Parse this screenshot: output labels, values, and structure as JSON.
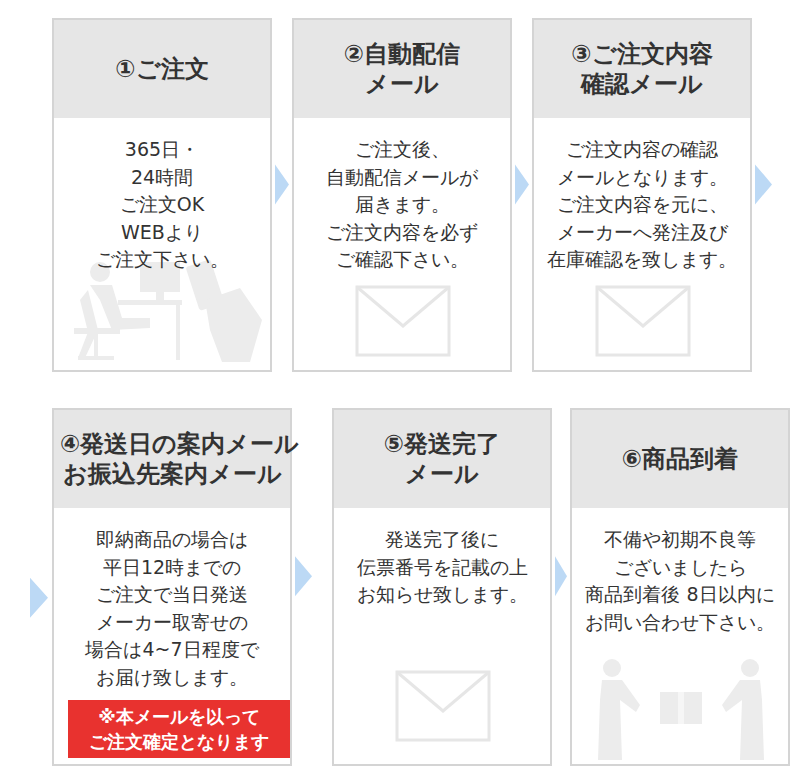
{
  "diagram": {
    "nodes": [
      {
        "text": [
          "①ご注文",
          "365日・24時間 ご注文OK WEBより ご注文下さい。"
        ]
      },
      {
        "text": [
          "②自動配信 メール",
          "ご注文後、 自動配信メールが 届きます。 ご注文内容を必ず ご確認下さい。"
        ]
      },
      {
        "text": [
          "③ご注文内容 確認メール",
          "ご注文内容の確認 メールとなります。 ご注文内容を元に、 メーカーへ発注及び 在庫確認を致します。"
        ]
      },
      {
        "text": [
          "④発送日の案内メール お振込先案内メール",
          "即納商品の場合は 平日12時までの ご注文で当日発送 メーカー取寄せの 場合は4~7日程度で お届け致します。"
        ]
      },
      {
        "text": [
          "※本メールを以って ご注文確定となります"
        ],
        "in": 3
      },
      {
        "text": [
          "⑤発送完了 メール",
          "発送完了後に 伝票番号を記載の上 お知らせ致します。"
        ]
      },
      {
        "text": [
          "⑥商品到着",
          "不備や初期不良等 ございましたら 商品到着後 8日以内に お問い合わせ下さい。"
        ]
      }
    ],
    "edges": [
      {
        "from": 0,
        "to": 1,
        "arrow": "to"
      },
      {
        "from": 1,
        "to": 2,
        "arrow": "to"
      },
      {
        "from": 2,
        "to": 3,
        "arrow": "to"
      },
      {
        "from": 3,
        "to": 5,
        "arrow": "to"
      },
      {
        "from": 5,
        "to": 6,
        "arrow": "to"
      }
    ]
  }
}
